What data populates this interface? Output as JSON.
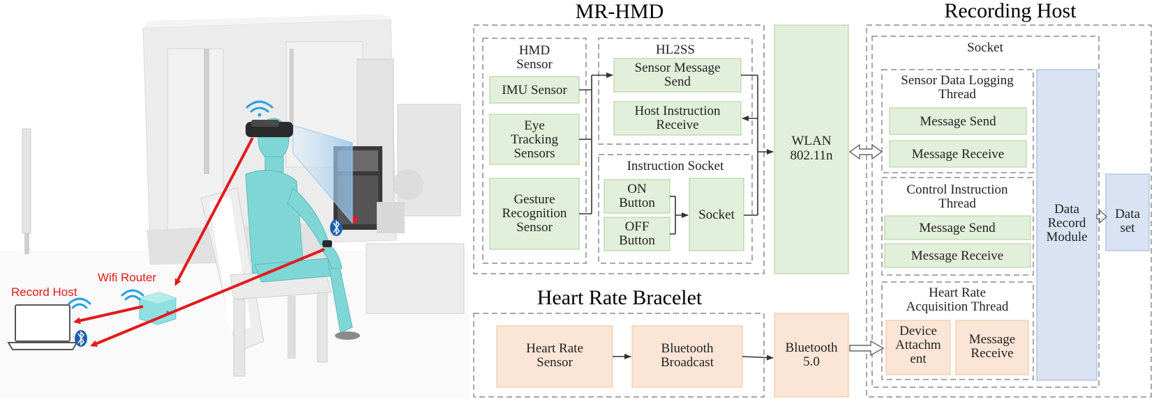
{
  "scene": {
    "wifi_router_label": "Wifi Router",
    "record_host_label": "Record Host",
    "colors": {
      "red": "#e31a1c",
      "cyan": "#7fd6d6",
      "machine": "#e9e9e9"
    },
    "icons": [
      "wifi-icon",
      "bluetooth-icon",
      "laptop-icon",
      "router-icon",
      "headset-icon"
    ]
  },
  "mrhmd": {
    "title": "MR-HMD",
    "hmd_sensor": {
      "title_line1": "HMD",
      "title_line2": "Sensor",
      "imu": "IMU Sensor",
      "eye_l1": "Eye",
      "eye_l2": "Tracking",
      "eye_l3": "Sensors",
      "gesture_l1": "Gesture",
      "gesture_l2": "Recognition",
      "gesture_l3": "Sensor"
    },
    "hl2ss": {
      "title": "HL2SS",
      "send_l1": "Sensor Message",
      "send_l2": "Send",
      "recv_l1": "Host Instruction",
      "recv_l2": "Receive"
    },
    "instruction_socket": {
      "title": "Instruction Socket",
      "on_l1": "ON",
      "on_l2": "Button",
      "off_l1": "OFF",
      "off_l2": "Button",
      "socket": "Socket"
    }
  },
  "wlan": {
    "line1": "WLAN",
    "line2": "802.11n"
  },
  "bracelet": {
    "title": "Heart Rate Bracelet",
    "sensor_l1": "Heart Rate",
    "sensor_l2": "Sensor",
    "broadcast_l1": "Bluetooth",
    "broadcast_l2": "Broadcast"
  },
  "bluetooth": {
    "line1": "Bluetooth",
    "line2": "5.0"
  },
  "host": {
    "title": "Recording Host",
    "socket_title": "Socket",
    "logging": {
      "title_l1": "Sensor Data Logging",
      "title_l2": "Thread",
      "send": "Message Send",
      "recv": "Message Receive"
    },
    "control": {
      "title_l1": "Control Instruction",
      "title_l2": "Thread",
      "send": "Message Send",
      "recv": "Message Receive"
    },
    "heart": {
      "title_l1": "Heart Rate",
      "title_l2": "Acquisition Thread",
      "device_l1": "Device",
      "device_l2": "Attachm",
      "device_l3": "ent",
      "recv_l1": "Message",
      "recv_l2": "Receive"
    },
    "record_module": {
      "l1": "Data",
      "l2": "Record",
      "l3": "Module"
    },
    "dataset": {
      "l1": "Data",
      "l2": "set"
    }
  },
  "colors": {
    "green_fill": "#e2efda",
    "green_stroke": "#b9d4a8",
    "orange_fill": "#fbe5d6",
    "orange_stroke": "#efc8a8",
    "blue_fill": "#dae3f3",
    "blue_stroke": "#a9b9dc",
    "dash": "#8c8c8c"
  }
}
